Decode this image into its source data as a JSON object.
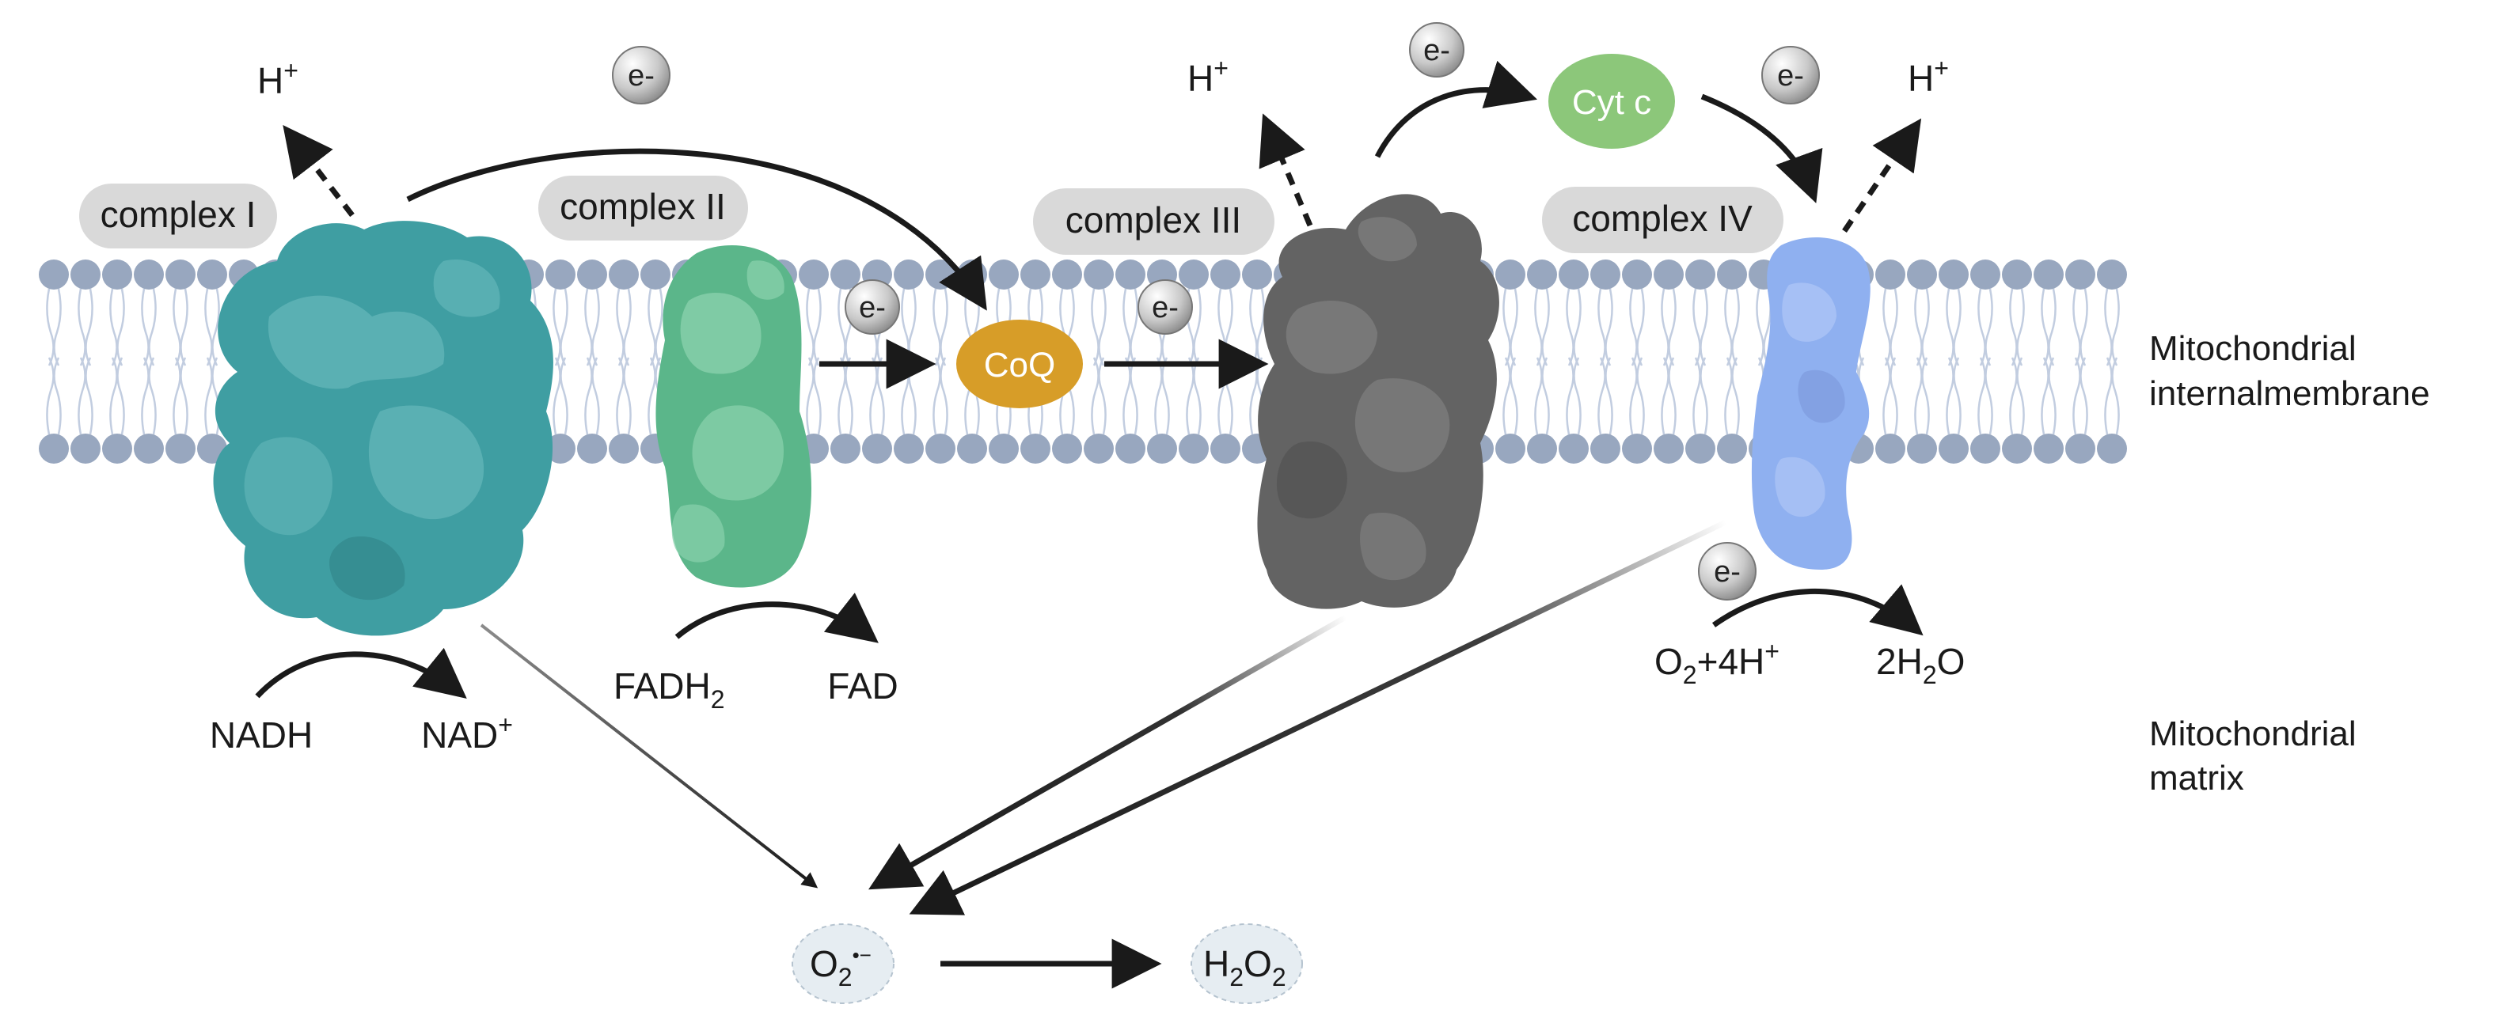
{
  "complexes": {
    "c1": "complex I",
    "c2": "complex II",
    "c3": "complex III",
    "c4": "complex IV"
  },
  "carriers": {
    "coq": "CoQ",
    "cytc": "Cyt c"
  },
  "electron": "e-",
  "proton": {
    "base": "H",
    "sup": "+"
  },
  "membrane_label": {
    "line1": "Mitochondrial",
    "line2": "internalmembrane"
  },
  "matrix_label": {
    "line1": "Mitochondrial",
    "line2": "matrix"
  },
  "reactions": {
    "nadh": "NADH",
    "nad": {
      "base": "NAD",
      "sup": "+"
    },
    "fadh2": {
      "base": "FADH",
      "sub": "2"
    },
    "fad": "FAD",
    "o2_4h": {
      "o": "O",
      "sub": "2",
      "mid": "+4H",
      "sup": "+"
    },
    "h2o": {
      "pre": "2H",
      "sub": "2",
      "post": "O"
    }
  },
  "ros": {
    "superoxide": {
      "base": "O",
      "sub": "2",
      "sup": "•−"
    },
    "h2o2": {
      "h": "H",
      "sub1": "2",
      "o": "O",
      "sub2": "2"
    }
  },
  "colors": {
    "complex1": "#3f9ea2",
    "complex2": "#5bb68a",
    "complex3": "#636363",
    "complex4": "#8fb0f0",
    "coq": "#d79d28",
    "cytc": "#8cc77a",
    "membrane_head": "#98a7bf",
    "label_pill": "#d9d9d9"
  }
}
